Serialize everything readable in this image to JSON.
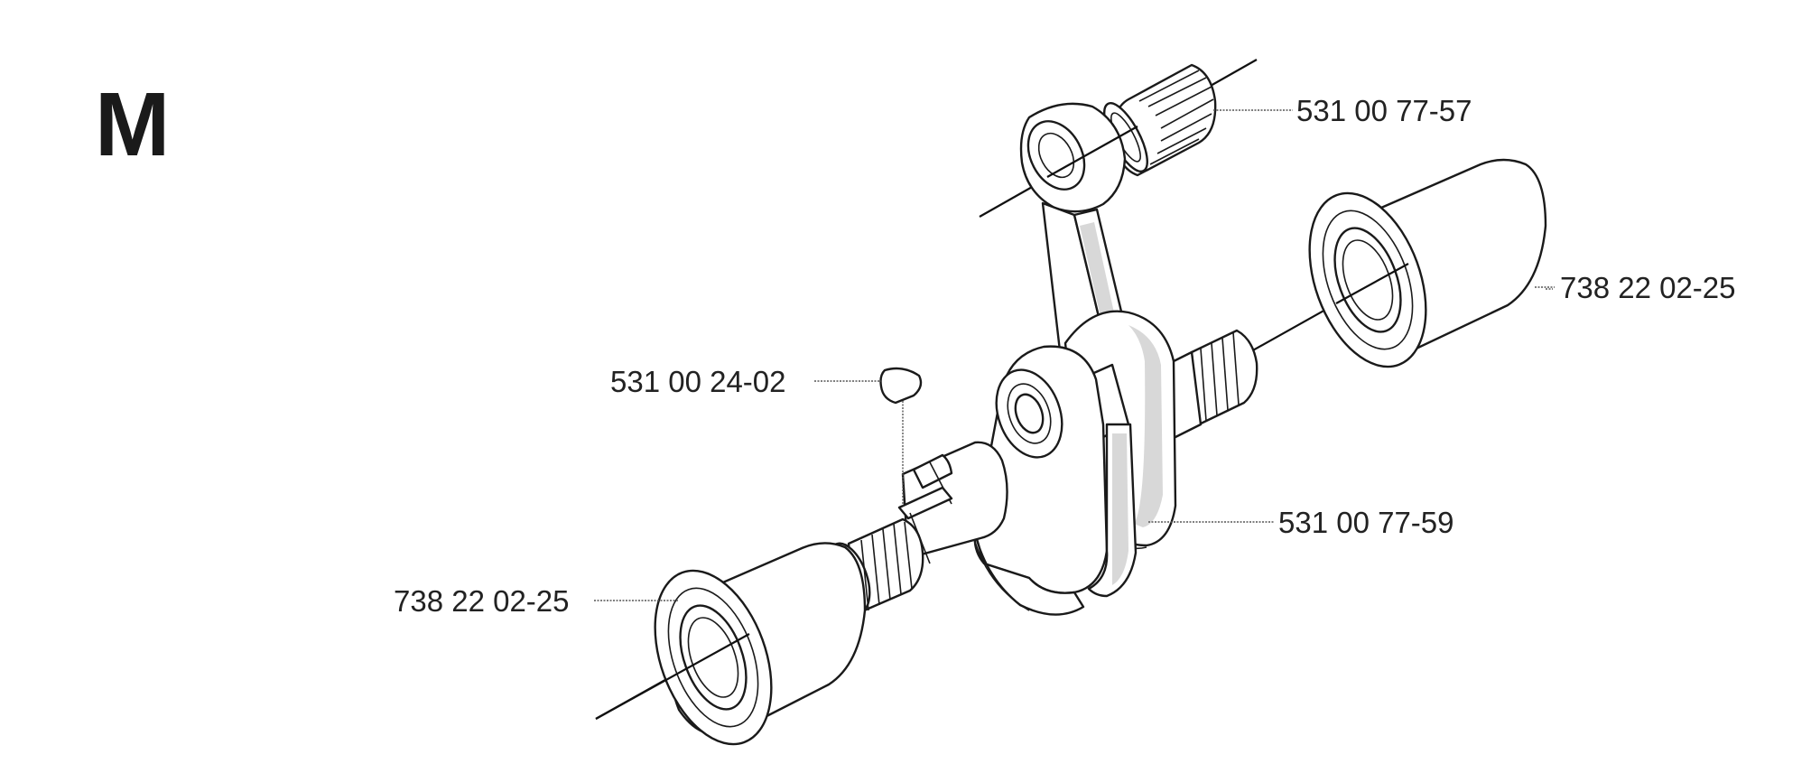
{
  "section": {
    "letter": "M"
  },
  "parts": [
    {
      "id": "needle-bearing",
      "number": "531 00 77-57"
    },
    {
      "id": "main-bearing-right",
      "number": "738 22 02-25"
    },
    {
      "id": "woodruff-key",
      "number": "531 00 24-02"
    },
    {
      "id": "crankshaft",
      "number": "531 00 77-59"
    },
    {
      "id": "main-bearing-left",
      "number": "738 22 02-25"
    }
  ]
}
